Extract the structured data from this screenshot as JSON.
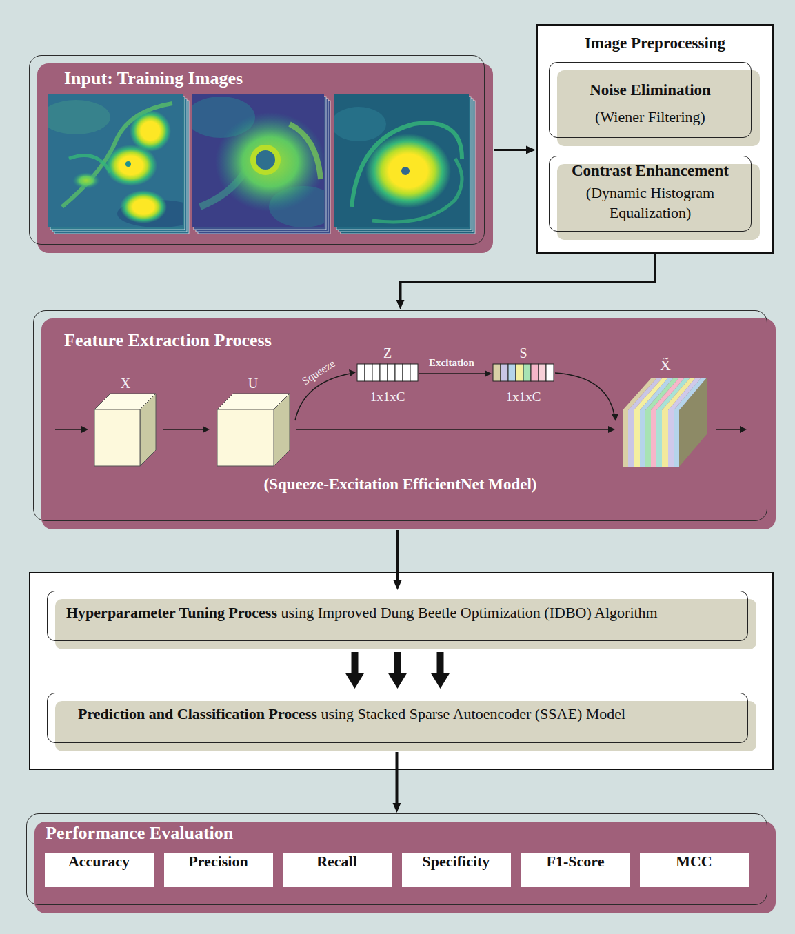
{
  "diagram": {
    "nodes": [
      {
        "text": [
          "Input: Training Images"
        ]
      },
      {
        "text": [
          "Image Preprocessing"
        ]
      },
      {
        "text": [
          "Noise Elimination",
          "(Wiener Filtering)"
        ],
        "in": 1
      },
      {
        "text": [
          "Contrast Enhancement",
          "(Dynamic Histogram Equalization)"
        ],
        "in": 1
      },
      {
        "text": [
          "Feature Extraction Process",
          "(Squeeze-Excitation EfficientNet Model)"
        ]
      },
      {
        "text": [
          "Hyperparameter Tuning Process",
          "using Improved Dung Beetle Optimization (IDBO) Algorithm"
        ]
      },
      {
        "text": [
          "Prediction and Classification Process",
          "using Stacked Sparse Autoencoder (SSAE) Model"
        ]
      },
      {
        "text": [
          "Performance Evaluation"
        ]
      },
      {
        "text": [
          "Accuracy"
        ],
        "in": 7
      },
      {
        "text": [
          "Precision"
        ],
        "in": 7
      },
      {
        "text": [
          "Recall"
        ],
        "in": 7
      },
      {
        "text": [
          "Specificity"
        ],
        "in": 7
      },
      {
        "text": [
          "F1-Score"
        ],
        "in": 7
      },
      {
        "text": [
          "MCC"
        ],
        "in": 7
      }
    ],
    "edges": [
      {
        "from": 0,
        "to": 1,
        "arrow": "to"
      },
      {
        "from": 1,
        "to": 4,
        "arrow": "to"
      },
      {
        "from": 4,
        "to": 5,
        "arrow": "to"
      },
      {
        "from": 5,
        "to": 6,
        "arrow": "to"
      },
      {
        "from": 6,
        "to": 7,
        "arrow": "to"
      }
    ],
    "labels": [
      "X",
      "U",
      "Squeeze",
      "Z",
      "1x1xC",
      "Excitation",
      "S",
      "1x1xC",
      "X̃"
    ]
  }
}
